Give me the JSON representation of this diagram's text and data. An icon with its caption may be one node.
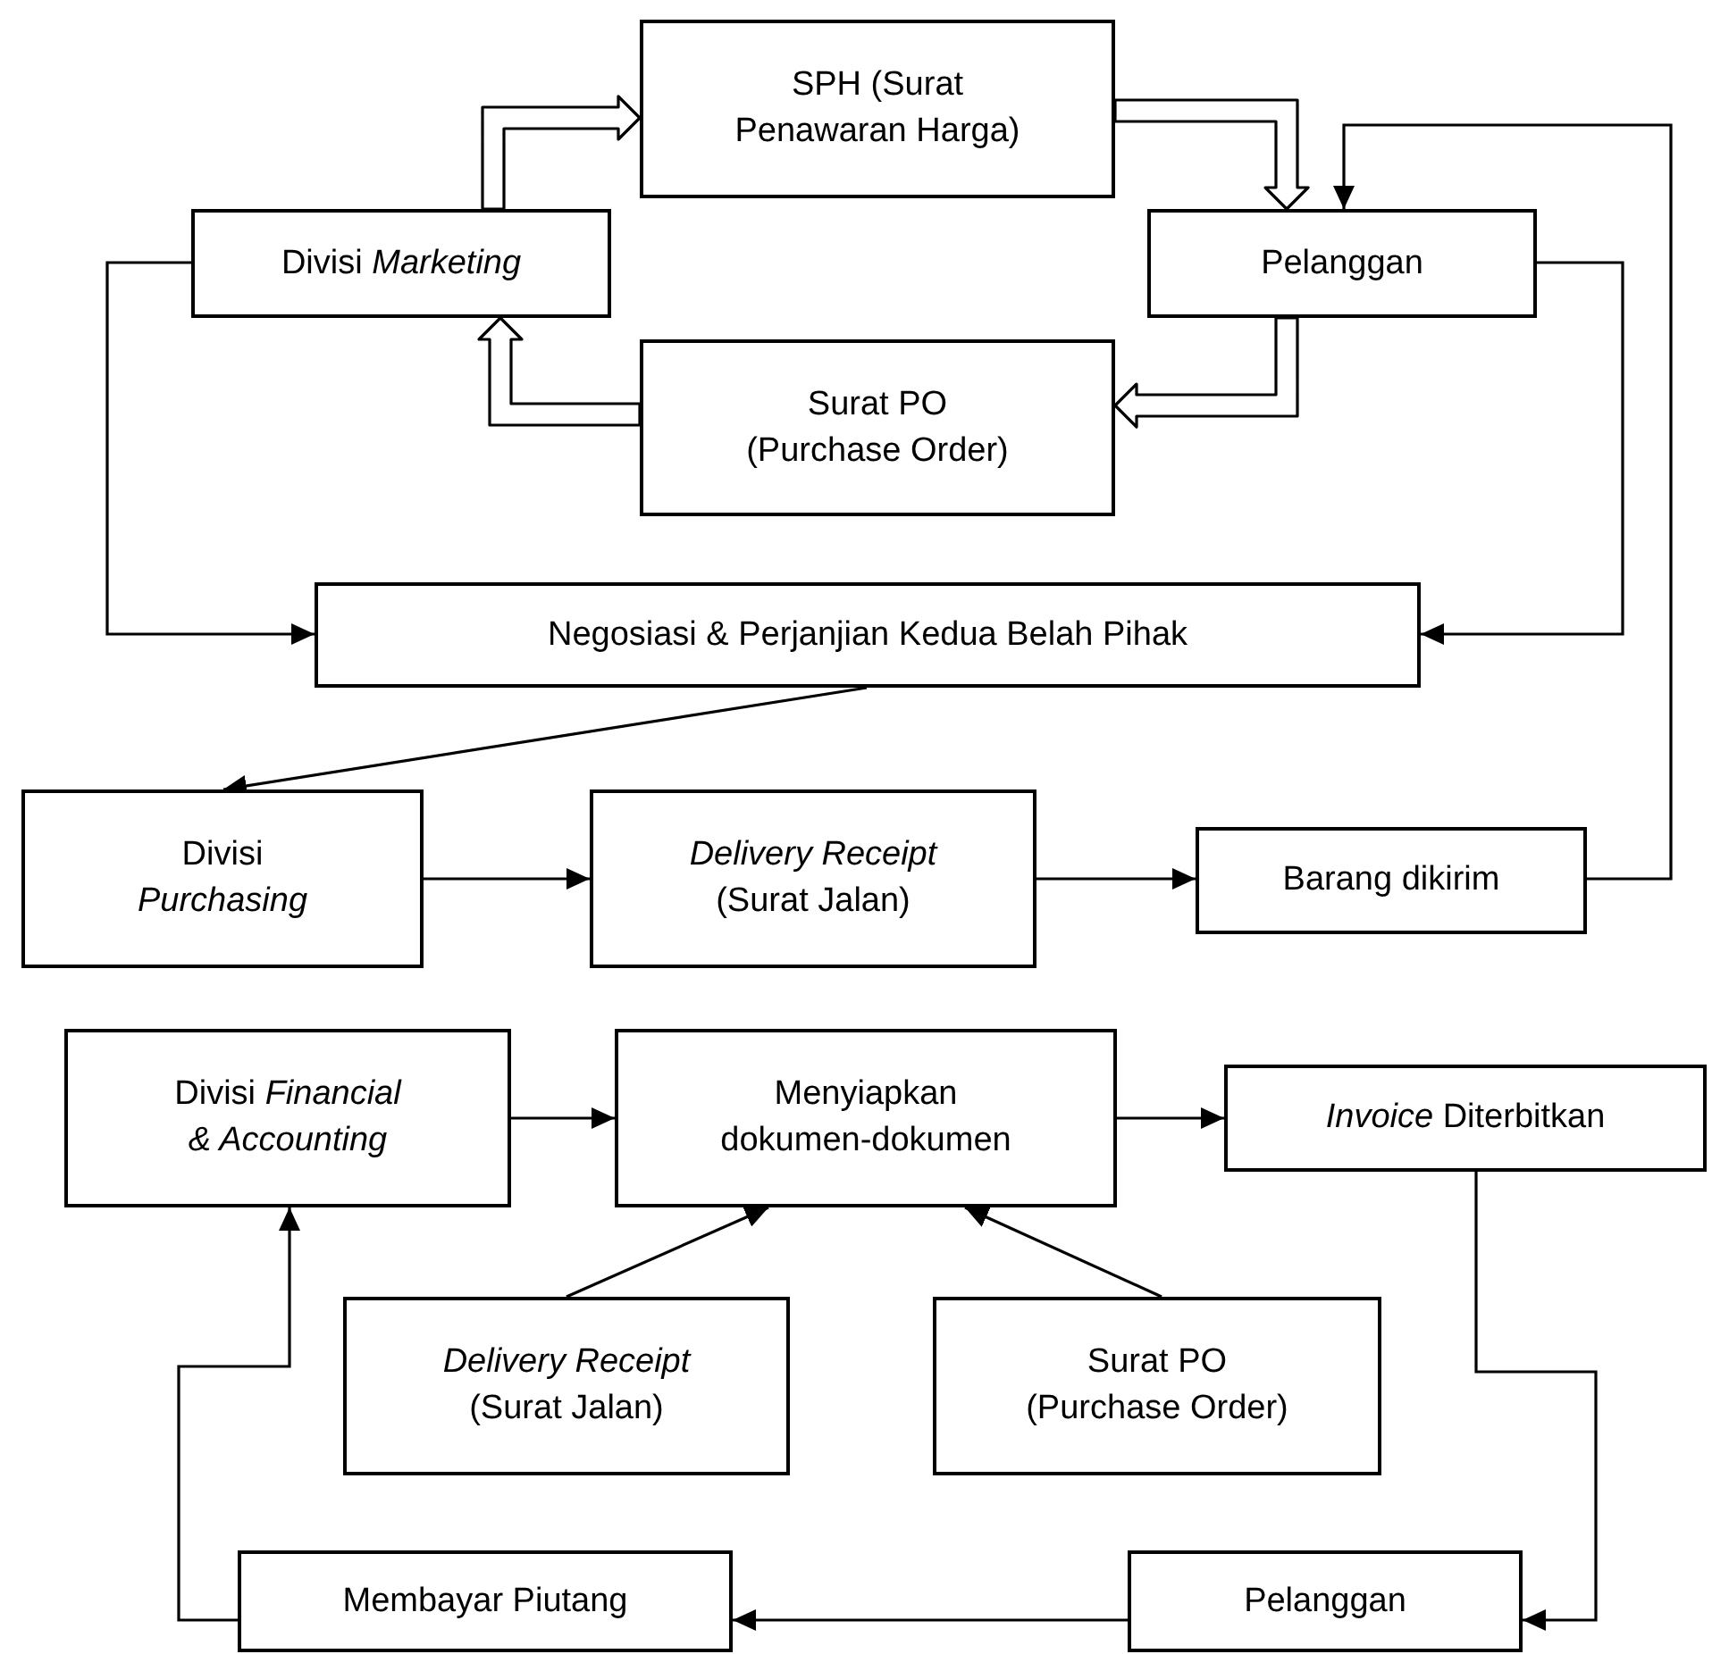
{
  "diagram": {
    "nodes": [
      {
        "text": [
          "SPH (Surat Penawaran Harga)"
        ]
      },
      {
        "text": [
          "Divisi *Marketing*"
        ]
      },
      {
        "text": [
          "Pelanggan"
        ]
      },
      {
        "text": [
          "Surat PO (Purchase Order)"
        ]
      },
      {
        "text": [
          "Negosiasi & Perjanjian Kedua Belah Pihak"
        ]
      },
      {
        "text": [
          "Divisi *Purchasing*"
        ]
      },
      {
        "text": [
          "*Delivery Receipt* (Surat Jalan)"
        ]
      },
      {
        "text": [
          "Barang dikirim"
        ]
      },
      {
        "text": [
          "Divisi *Financial & Accounting*"
        ]
      },
      {
        "text": [
          "Menyiapkan dokumen-dokumen"
        ]
      },
      {
        "text": [
          "*Invoice* Diterbitkan"
        ]
      },
      {
        "text": [
          "*Delivery Receipt* (Surat Jalan)"
        ]
      },
      {
        "text": [
          "Surat PO (Purchase Order)"
        ]
      },
      {
        "text": [
          "Membayar Piutang"
        ]
      },
      {
        "text": [
          "Pelanggan"
        ]
      }
    ],
    "edges": [
      {
        "from": 1,
        "to": 0,
        "arrow": "to",
        "style": "thick"
      },
      {
        "from": 0,
        "to": 2,
        "arrow": "to",
        "style": "thick"
      },
      {
        "from": 2,
        "to": 3,
        "arrow": "to",
        "style": "thick"
      },
      {
        "from": 3,
        "to": 1,
        "arrow": "to",
        "style": "thick"
      },
      {
        "from": 1,
        "to": 4,
        "arrow": "to"
      },
      {
        "from": 2,
        "to": 4,
        "arrow": "to"
      },
      {
        "from": 4,
        "to": 5,
        "arrow": "to"
      },
      {
        "from": 5,
        "to": 6,
        "arrow": "to"
      },
      {
        "from": 6,
        "to": 7,
        "arrow": "to"
      },
      {
        "from": 7,
        "to": 2,
        "arrow": "to"
      },
      {
        "from": 8,
        "to": 9,
        "arrow": "to"
      },
      {
        "from": 9,
        "to": 10,
        "arrow": "to"
      },
      {
        "from": 11,
        "to": 9,
        "arrow": "to"
      },
      {
        "from": 12,
        "to": 9,
        "arrow": "to"
      },
      {
        "from": 10,
        "to": 14,
        "arrow": "to"
      },
      {
        "from": 14,
        "to": 13,
        "arrow": "to"
      },
      {
        "from": 13,
        "to": 8,
        "arrow": "to"
      }
    ]
  }
}
